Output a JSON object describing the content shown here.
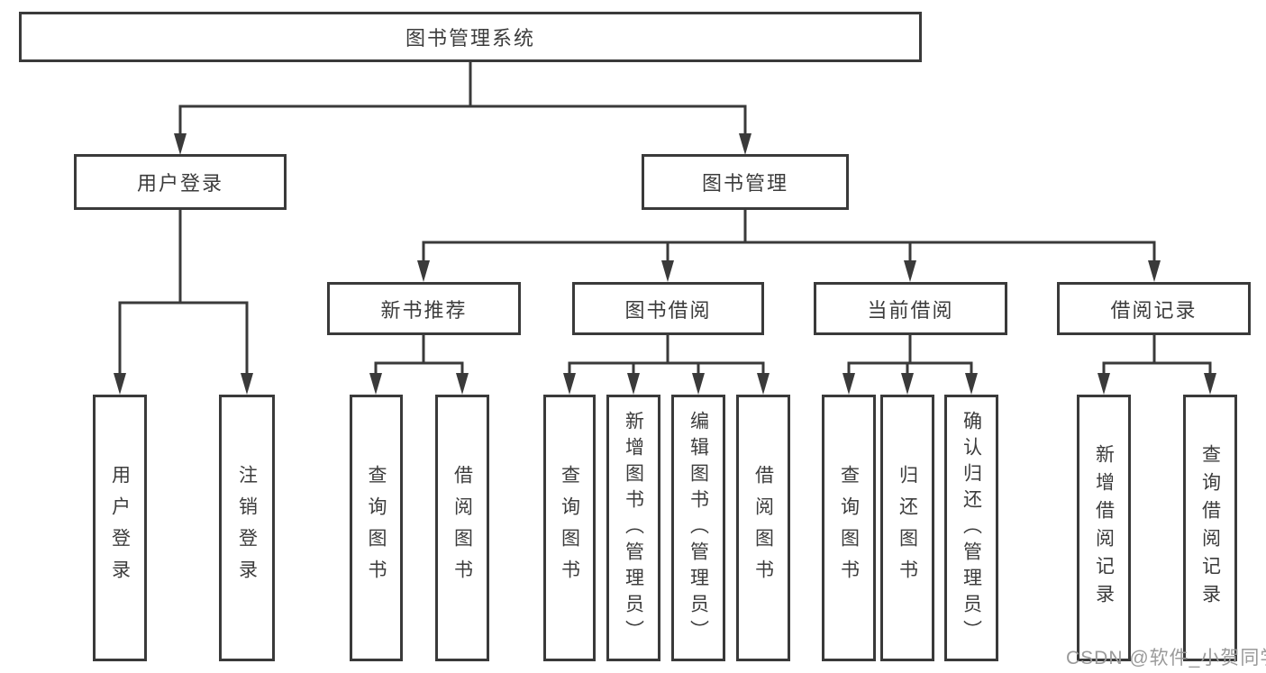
{
  "title": "图书管理系统",
  "level2": {
    "user": "用户登录",
    "mgmt": "图书管理"
  },
  "level3": {
    "new_book": "新书推荐",
    "borrow": "图书借阅",
    "current": "当前借阅",
    "records": "借阅记录"
  },
  "leaves": {
    "user": [
      "用户登录",
      "注销登录"
    ],
    "new_book": [
      "查询图书",
      "借阅图书"
    ],
    "borrow": [
      "查询图书",
      "新增图书（管理员）",
      "编辑图书（管理员）",
      "借阅图书"
    ],
    "current": [
      "查询图书",
      "归还图书",
      "确认归还（管理员）"
    ],
    "records": [
      "新增借阅记录",
      "查询借阅记录"
    ]
  },
  "watermark": "CSDN @软件_小贺同学",
  "colors": {
    "line": "#3a3a3a",
    "text": "#3c3c3c",
    "background": "#ffffff",
    "watermark": "#9a9a9a"
  }
}
